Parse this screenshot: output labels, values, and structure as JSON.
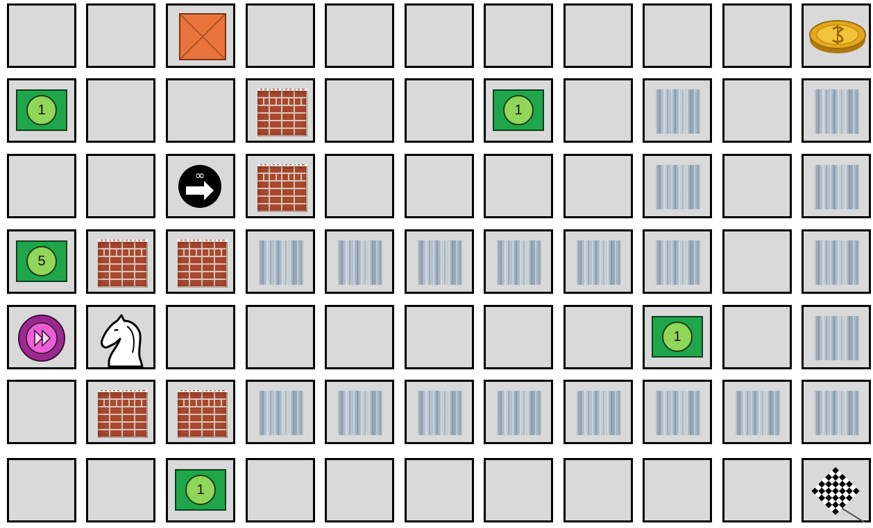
{
  "board": {
    "rows": 7,
    "cols": 11,
    "cells": [
      [
        "empty",
        "empty",
        "crate",
        "empty",
        "empty",
        "empty",
        "empty",
        "empty",
        "empty",
        "empty",
        "coin"
      ],
      [
        {
          "type": "green",
          "label": "1"
        },
        "empty",
        "empty",
        "brick",
        "empty",
        "empty",
        {
          "type": "green",
          "label": "1"
        },
        "empty",
        "ice",
        "empty",
        "ice"
      ],
      [
        "empty",
        "empty",
        "loop-arrow",
        "brick",
        "empty",
        "empty",
        "empty",
        "empty",
        "ice",
        "empty",
        "ice"
      ],
      [
        {
          "type": "green",
          "label": "5"
        },
        "brick",
        "brick",
        "ice",
        "ice",
        "ice",
        "ice",
        "ice",
        "ice",
        "empty",
        "ice"
      ],
      [
        "fast-forward",
        "knight",
        "empty",
        "empty",
        "empty",
        "empty",
        "empty",
        "empty",
        {
          "type": "green",
          "label": "1"
        },
        "empty",
        "ice"
      ],
      [
        "empty",
        "brick",
        "brick",
        "ice",
        "ice",
        "ice",
        "ice",
        "ice",
        "ice",
        "ice",
        "ice"
      ],
      [
        "empty",
        "empty",
        {
          "type": "green",
          "label": "1"
        },
        "empty",
        "empty",
        "empty",
        "empty",
        "empty",
        "empty",
        "empty",
        "finish-flag"
      ]
    ]
  },
  "icons": {
    "crate": "crate-icon",
    "coin": "gold-coin-icon",
    "brick": "brick-wall-icon",
    "ice": "ice-block-icon",
    "loop-arrow": "infinite-arrow-icon",
    "fast-forward": "fast-forward-icon",
    "knight": "chess-knight-icon",
    "finish-flag": "checkered-flag-icon"
  },
  "tokens": {
    "loop_symbol": "∞"
  },
  "colors": {
    "cell_bg": "#d9d9d9",
    "cell_border": "#000000",
    "green_tile": "#1fa64a",
    "number_circle": "#90d65a",
    "crate": "#e8743b",
    "coin": "#e3a81c",
    "fast_forward": "#9c2a8e"
  }
}
